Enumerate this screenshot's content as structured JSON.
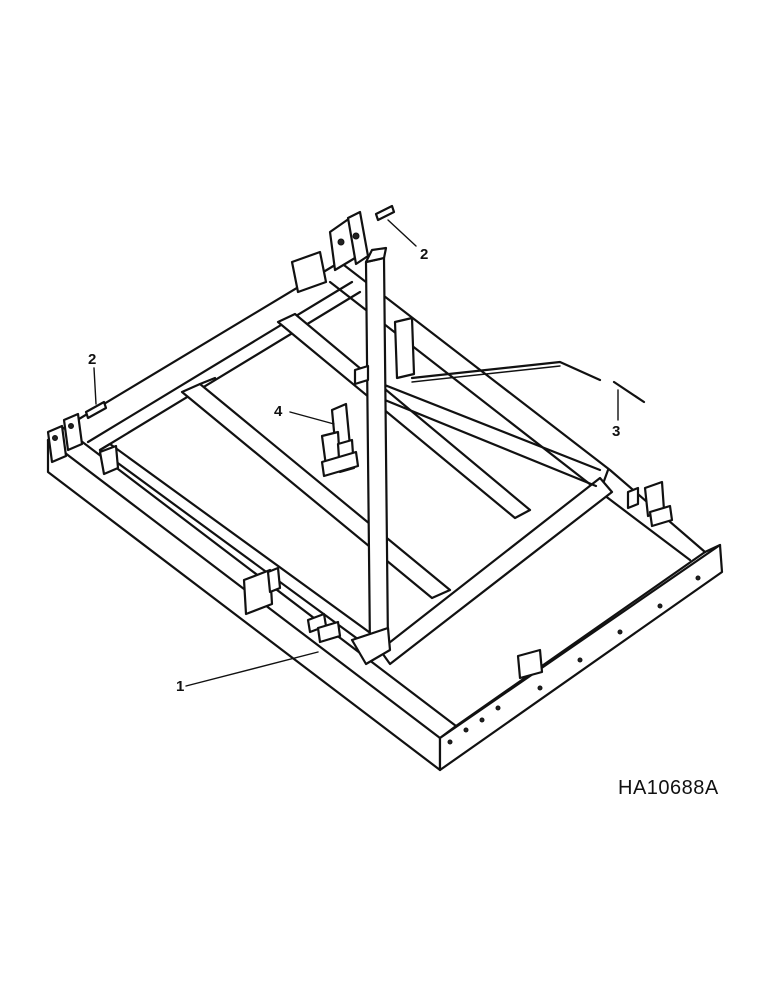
{
  "drawing_number": "HA10688A",
  "callouts": [
    {
      "label": "1",
      "part": "main-frame"
    },
    {
      "label": "2",
      "part": "hitch-pin-right"
    },
    {
      "label": "2",
      "part": "hitch-pin-left"
    },
    {
      "label": "3",
      "part": "tie-rod"
    },
    {
      "label": "4",
      "part": "bracket"
    }
  ]
}
